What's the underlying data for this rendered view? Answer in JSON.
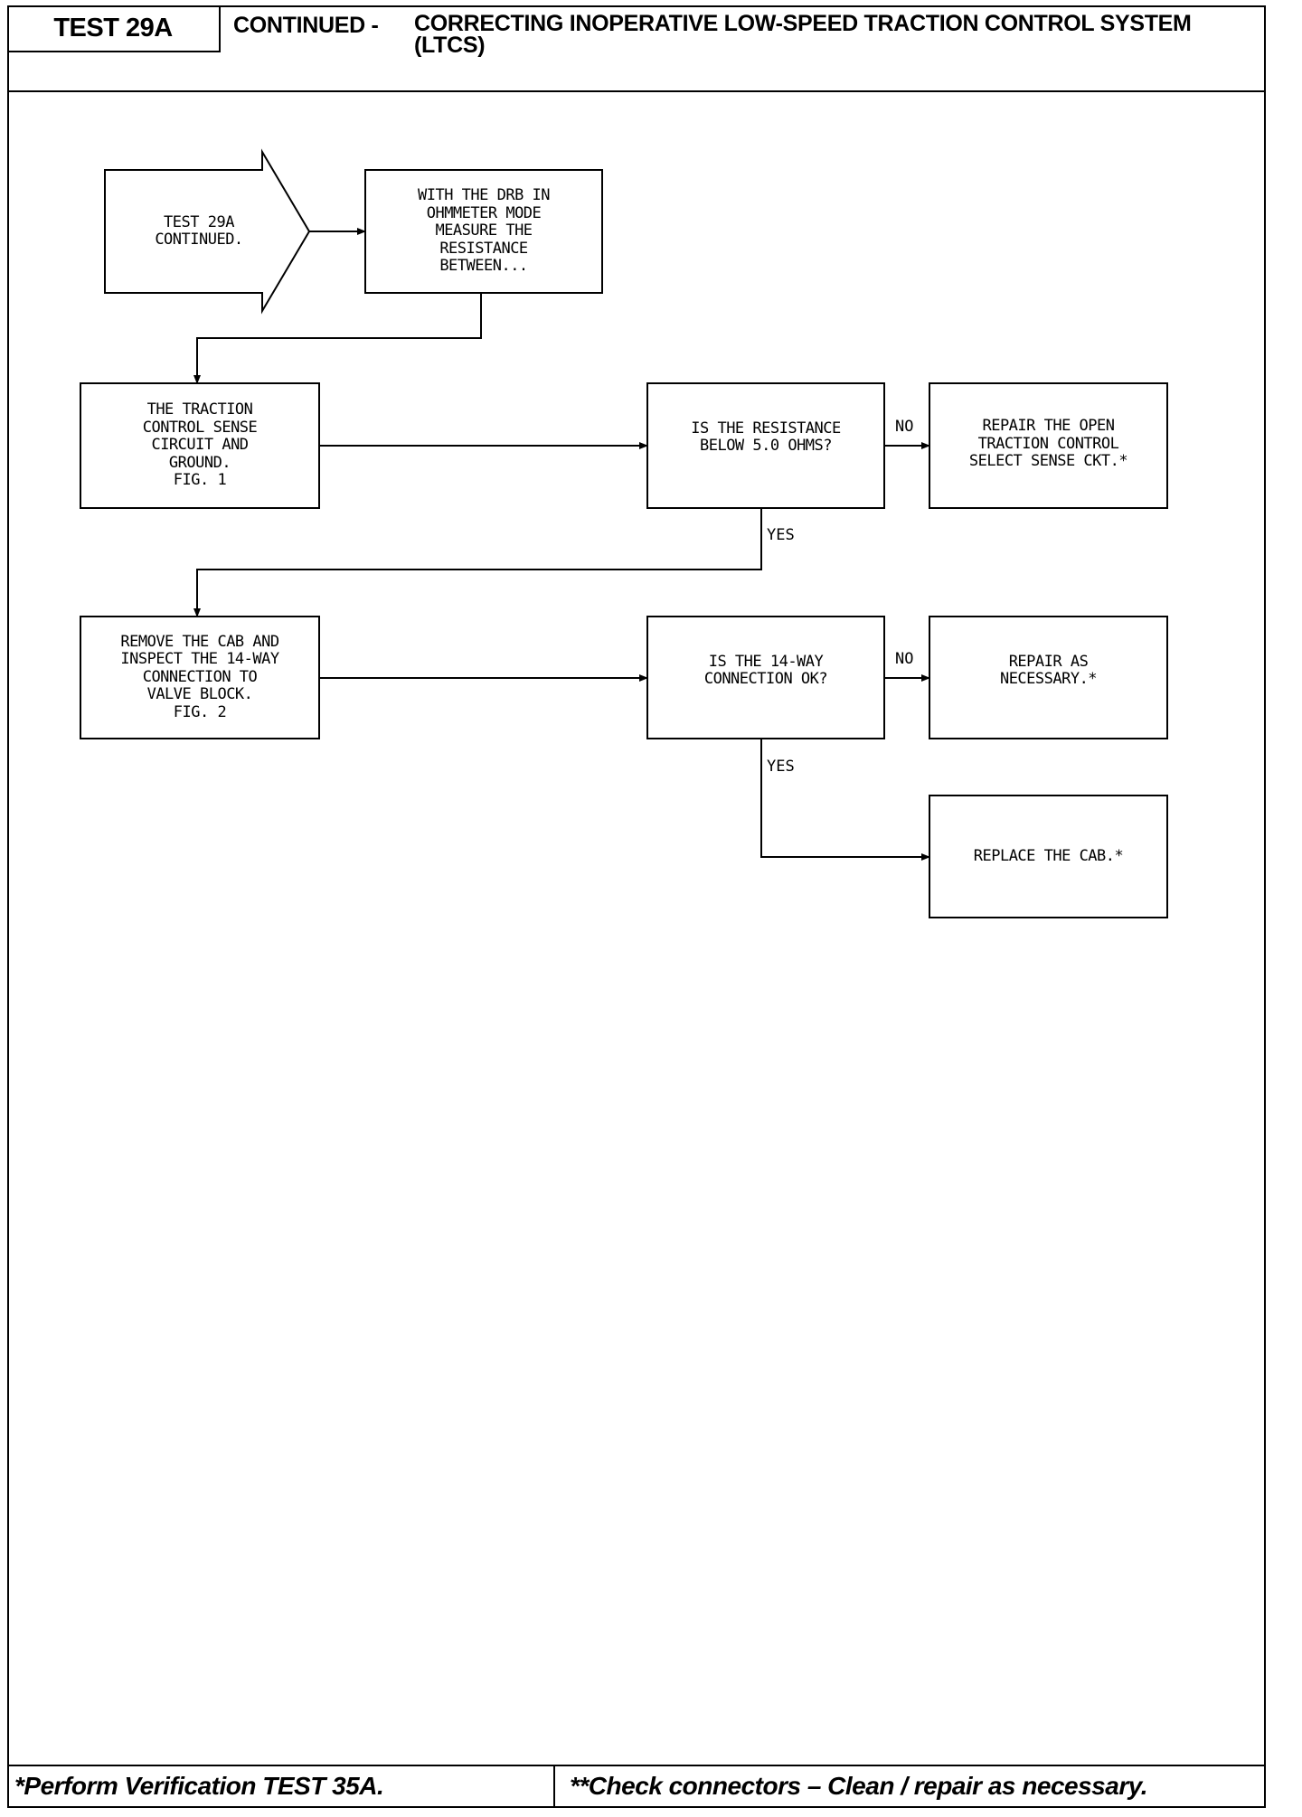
{
  "header": {
    "test_label": "TEST 29A",
    "continued": "CONTINUED -",
    "title": "CORRECTING INOPERATIVE LOW-SPEED TRACTION CONTROL SYSTEM (LTCS)"
  },
  "flow": {
    "start": "TEST 29A\nCONTINUED.",
    "measure": "WITH THE DRB IN\nOHMMETER MODE\nMEASURE THE\nRESISTANCE\nBETWEEN...",
    "sense_circuit": "THE TRACTION\nCONTROL SENSE\nCIRCUIT AND\nGROUND.\nFIG. 1",
    "q_resistance": "IS THE RESISTANCE\nBELOW 5.0 OHMS?",
    "repair_open": "REPAIR THE OPEN\nTRACTION CONTROL\nSELECT SENSE CKT.*",
    "remove_cab": "REMOVE THE CAB AND\nINSPECT THE 14-WAY\nCONNECTION TO\nVALVE BLOCK.\nFIG. 2",
    "q_connection": "IS THE 14-WAY\nCONNECTION OK?",
    "repair_as_necessary": "REPAIR AS\nNECESSARY.*",
    "replace_cab": "REPLACE THE CAB.*",
    "no_label_1": "NO",
    "yes_label_1": "YES",
    "no_label_2": "NO",
    "yes_label_2": "YES"
  },
  "footer": {
    "left": "*Perform Verification TEST 35A.",
    "right": "**Check connectors – Clean / repair as necessary."
  }
}
